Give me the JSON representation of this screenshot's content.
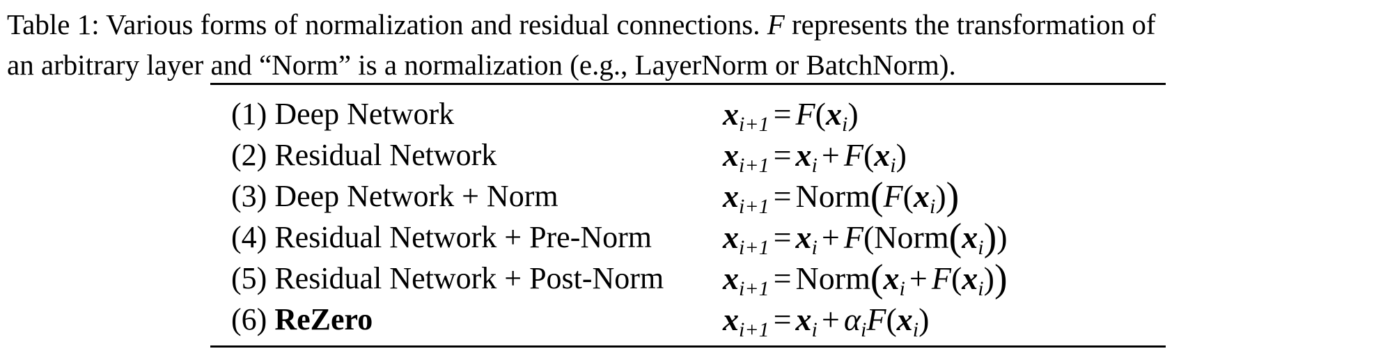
{
  "caption": {
    "line1_prefix": "Table 1: Various forms of normalization and residual connections. ",
    "line1_var": "F",
    "line1_suffix": " represents the transformation of",
    "line2": "an arbitrary layer and “Norm” is a normalization (e.g., LayerNorm or BatchNorm)."
  },
  "rows": [
    {
      "num": "(1) ",
      "name": "Deep Network",
      "bold": false
    },
    {
      "num": "(2) ",
      "name": "Residual Network",
      "bold": false
    },
    {
      "num": "(3) ",
      "name": "Deep Network + Norm",
      "bold": false
    },
    {
      "num": "(4) ",
      "name": "Residual Network + Pre-Norm",
      "bold": false
    },
    {
      "num": "(5) ",
      "name": "Residual Network + Post-Norm",
      "bold": false
    },
    {
      "num": "(6) ",
      "name": "ReZero",
      "bold": true
    }
  ],
  "formulas": {
    "x": "x",
    "sub_i1": "i+1",
    "sub_i": "i",
    "eq": "=",
    "plus": "+",
    "F": "F",
    "norm": "Norm",
    "alpha": "α",
    "lp": "(",
    "rp": ")"
  }
}
